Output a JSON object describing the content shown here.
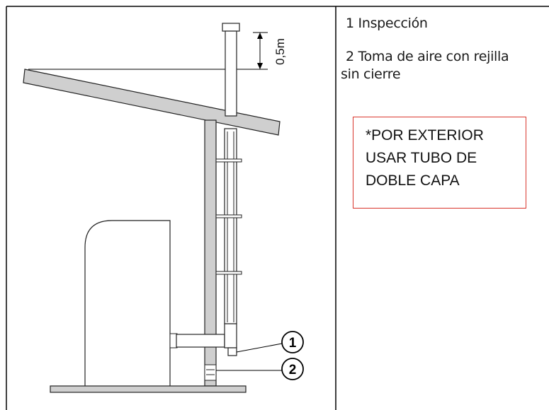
{
  "dimension": {
    "label": "0,5m"
  },
  "callouts": [
    {
      "number": "1"
    },
    {
      "number": "2"
    }
  ],
  "legend": {
    "item_1": "1 Inspección",
    "item_2_line_1": "2 Toma de aire con rejilla",
    "item_2_line_2": "sin cierre"
  },
  "note": {
    "text": "*POR EXTERIOR\nUSAR TUBO DE\nDOBLE CAPA"
  },
  "colors": {
    "pipe_fill": "#cfcfcf",
    "roof_fill": "#cfcfcf",
    "note_border": "#d9342b"
  }
}
